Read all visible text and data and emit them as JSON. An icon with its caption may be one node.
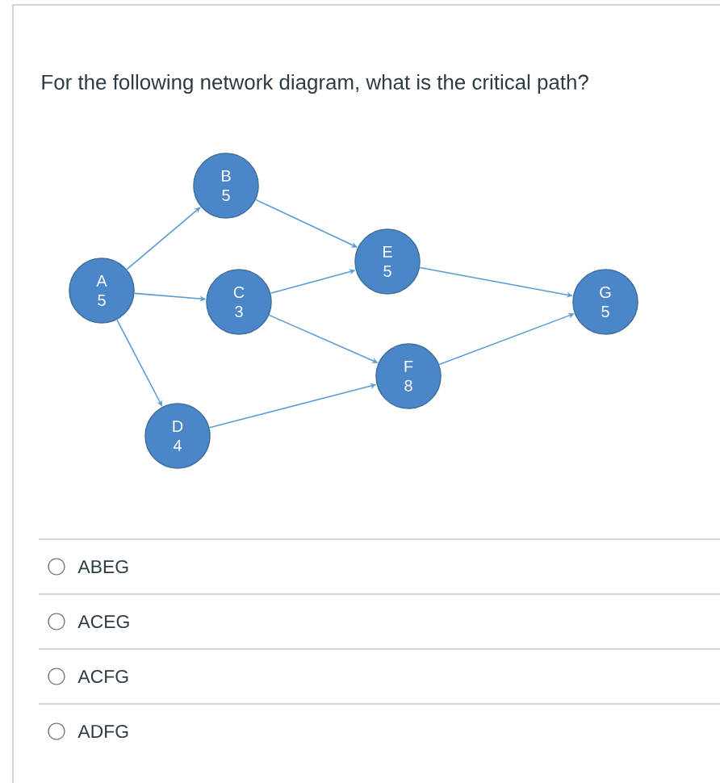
{
  "diagram": {
    "title": "For the following network diagram, what is the critical path?",
    "nodes": [
      {
        "text": [
          "A",
          "5"
        ]
      },
      {
        "text": [
          "B",
          "5"
        ]
      },
      {
        "text": [
          "C",
          "3"
        ]
      },
      {
        "text": [
          "D",
          "4"
        ]
      },
      {
        "text": [
          "E",
          "5"
        ]
      },
      {
        "text": [
          "F",
          "8"
        ]
      },
      {
        "text": [
          "G",
          "5"
        ]
      }
    ],
    "edges": [
      {
        "from": 0,
        "to": 1,
        "arrow": "to"
      },
      {
        "from": 0,
        "to": 2,
        "arrow": "to"
      },
      {
        "from": 0,
        "to": 3,
        "arrow": "to"
      },
      {
        "from": 1,
        "to": 4,
        "arrow": "to"
      },
      {
        "from": 2,
        "to": 4,
        "arrow": "to"
      },
      {
        "from": 2,
        "to": 5,
        "arrow": "to"
      },
      {
        "from": 3,
        "to": 5,
        "arrow": "to"
      },
      {
        "from": 4,
        "to": 6,
        "arrow": "to"
      },
      {
        "from": 5,
        "to": 6,
        "arrow": "to"
      }
    ],
    "labels": [
      "ABEG",
      "ACEG",
      "ACFG",
      "ADFG"
    ]
  }
}
